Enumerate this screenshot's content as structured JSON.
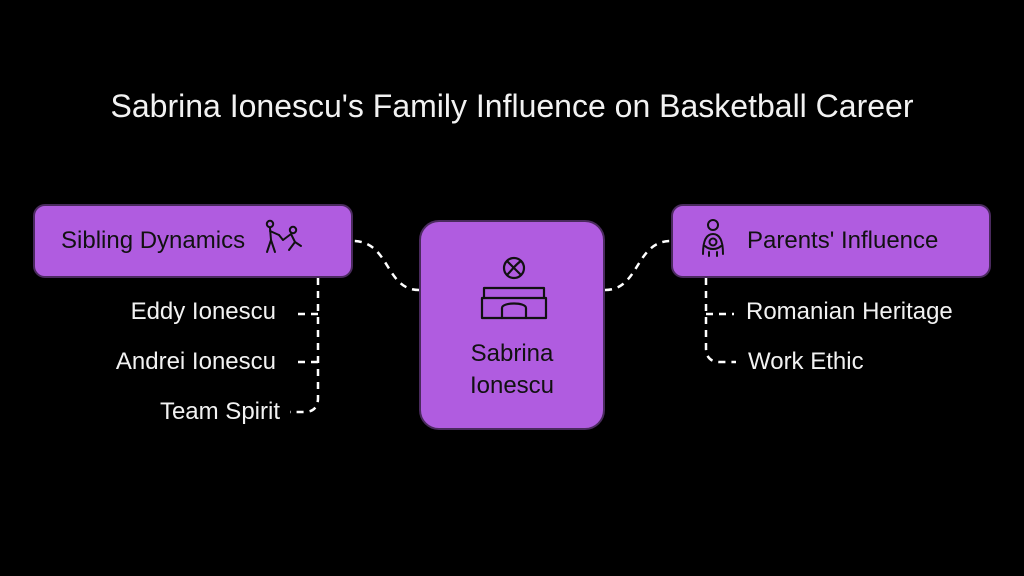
{
  "title": "Sabrina Ionescu's Family Influence on Basketball Career",
  "center": {
    "label_line1": "Sabrina",
    "label_line2": "Ionescu",
    "icon": "basketball-court-icon"
  },
  "left_branch": {
    "label": "Sibling Dynamics",
    "icon": "playing-people-icon",
    "items": [
      "Eddy Ionescu",
      "Andrei Ionescu",
      "Team Spirit"
    ]
  },
  "right_branch": {
    "label": "Parents' Influence",
    "icon": "parent-with-child-icon",
    "items": [
      "Romanian Heritage",
      "Work Ethic"
    ]
  },
  "colors": {
    "background": "#000000",
    "box_fill": "#b05ce0",
    "box_border": "#4a2a5e",
    "connector": "#ffffff",
    "text_light": "#f2f2f2",
    "text_dark": "#111111"
  }
}
